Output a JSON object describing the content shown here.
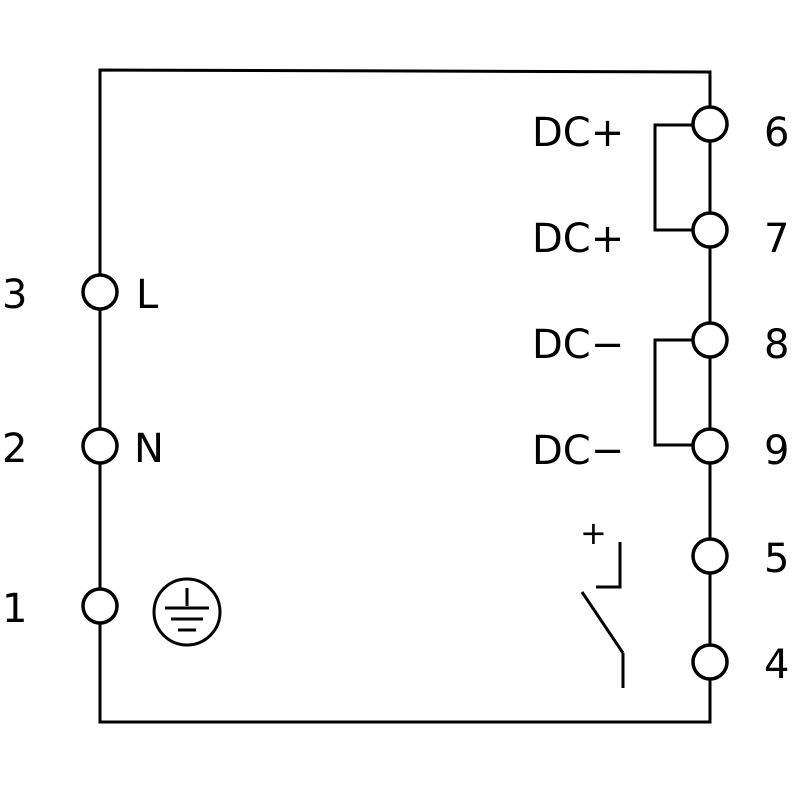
{
  "left_terminals": [
    {
      "number": "3",
      "label": "L"
    },
    {
      "number": "2",
      "label": "N"
    },
    {
      "number": "1",
      "label": "",
      "icon": "protective-earth-icon"
    }
  ],
  "right_terminals": [
    {
      "number": "6",
      "label": "DC+"
    },
    {
      "number": "7",
      "label": "DC+"
    },
    {
      "number": "8",
      "label": "DC−"
    },
    {
      "number": "9",
      "label": "DC−"
    },
    {
      "number": "5",
      "label": ""
    },
    {
      "number": "4",
      "label": ""
    }
  ],
  "contact": {
    "polarity_label": "+",
    "icon": "relay-contact-icon"
  }
}
